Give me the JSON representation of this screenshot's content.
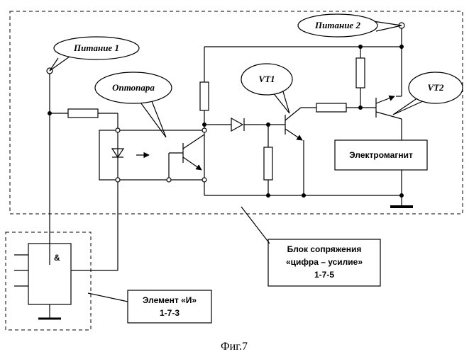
{
  "labels": {
    "power1": "Питание 1",
    "power2": "Питание 2",
    "optocoupler": "Оптопара",
    "vt1": "VT1",
    "vt2": "VT2",
    "electromagnet": "Электромагнит",
    "and_symbol": "&",
    "interface_block_line1": "Блок сопряжения",
    "interface_block_line2": "«цифра – усилие»",
    "interface_block_code": "1-7-5",
    "and_element_line1": "Элемент «И»",
    "and_element_code": "1-7-3",
    "caption": "Фиг.7"
  }
}
